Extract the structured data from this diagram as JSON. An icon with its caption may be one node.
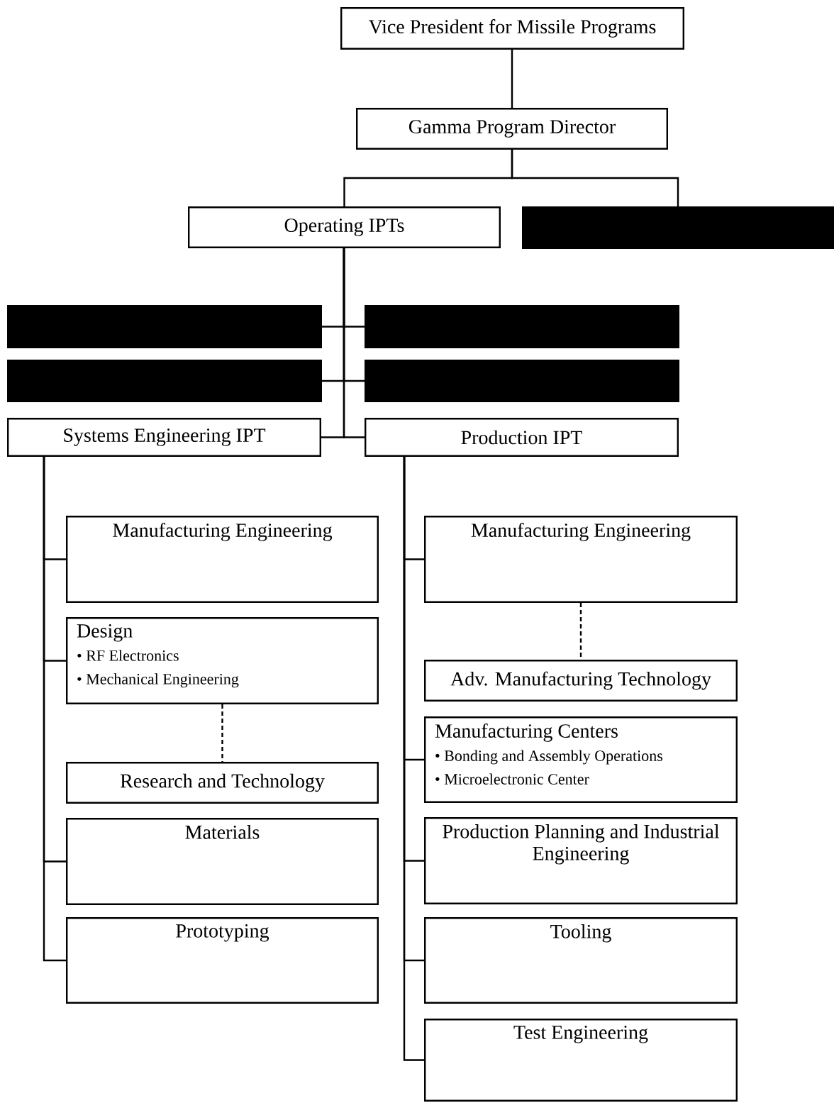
{
  "diagram": {
    "nodes": [
      {
        "text": [
          "Vice President for Missile Programs"
        ]
      },
      {
        "text": [
          "Gamma Program Director"
        ]
      },
      {
        "text": [
          "Operating IPTs"
        ]
      },
      {
        "text": [],
        "shape": "box"
      },
      {
        "text": [],
        "shape": "box"
      },
      {
        "text": [],
        "shape": "box"
      },
      {
        "text": [],
        "shape": "box"
      },
      {
        "text": [],
        "shape": "box"
      },
      {
        "text": [
          "Systems Engineering IPT"
        ]
      },
      {
        "text": [
          "Production IPT"
        ]
      },
      {
        "text": [
          "Manufacturing Engineering"
        ]
      },
      {
        "text": [
          "Design",
          "• RF Electronics",
          "• Mechanical Engineering"
        ]
      },
      {
        "text": [
          "Research and Technology"
        ]
      },
      {
        "text": [
          "Materials"
        ]
      },
      {
        "text": [
          "Prototyping"
        ]
      },
      {
        "text": [
          "Manufacturing Engineering"
        ]
      },
      {
        "text": [
          "Adv. Manufacturing Technology"
        ]
      },
      {
        "text": [
          "Manufacturing Centers",
          "• Bonding and Assembly Operations",
          "• Microelectronic Center"
        ]
      },
      {
        "text": [
          "Production Planning and Industrial Engineering"
        ]
      },
      {
        "text": [
          "Tooling"
        ]
      },
      {
        "text": [
          "Test Engineering"
        ]
      }
    ],
    "edges": [
      {
        "from": 0,
        "to": 1,
        "arrow": "none"
      },
      {
        "from": 1,
        "to": 2,
        "arrow": "none"
      },
      {
        "from": 1,
        "to": 3,
        "arrow": "none"
      },
      {
        "from": 2,
        "to": 4,
        "arrow": "none"
      },
      {
        "from": 2,
        "to": 5,
        "arrow": "none"
      },
      {
        "from": 2,
        "to": 6,
        "arrow": "none"
      },
      {
        "from": 2,
        "to": 7,
        "arrow": "none"
      },
      {
        "from": 2,
        "to": 8,
        "arrow": "none"
      },
      {
        "from": 2,
        "to": 9,
        "arrow": "none"
      },
      {
        "from": 8,
        "to": 10,
        "arrow": "none"
      },
      {
        "from": 8,
        "to": 11,
        "arrow": "none"
      },
      {
        "from": 11,
        "to": 12,
        "arrow": "none",
        "style": "dashed"
      },
      {
        "from": 8,
        "to": 13,
        "arrow": "none"
      },
      {
        "from": 8,
        "to": 14,
        "arrow": "none"
      },
      {
        "from": 9,
        "to": 15,
        "arrow": "none"
      },
      {
        "from": 15,
        "to": 16,
        "arrow": "none",
        "style": "dashed"
      },
      {
        "from": 9,
        "to": 17,
        "arrow": "none"
      },
      {
        "from": 9,
        "to": 18,
        "arrow": "none"
      },
      {
        "from": 9,
        "to": 19,
        "arrow": "none"
      },
      {
        "from": 9,
        "to": 20,
        "arrow": "none"
      }
    ]
  }
}
